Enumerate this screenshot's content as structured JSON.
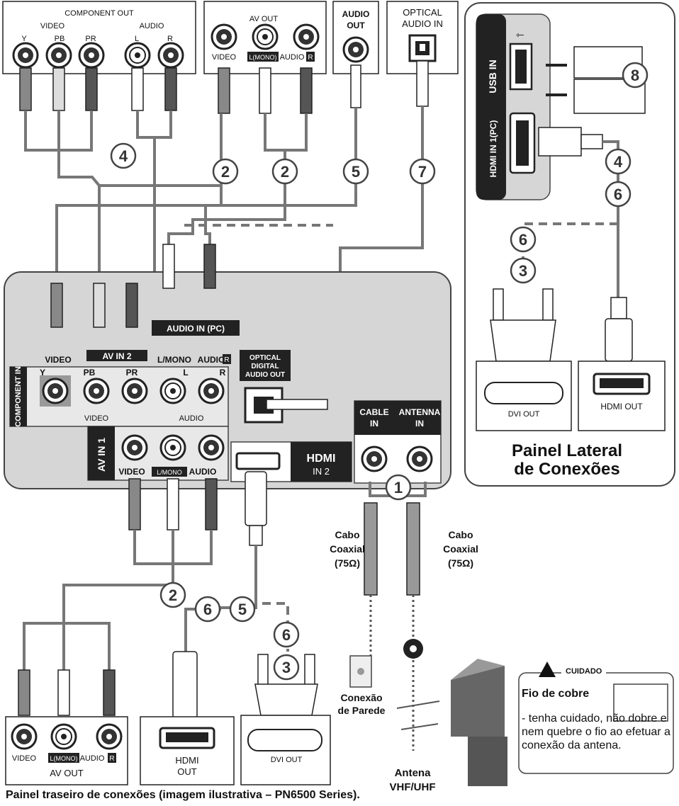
{
  "top_outputs": {
    "component_out": {
      "title": "COMPONENT OUT",
      "video": "VIDEO",
      "audio": "AUDIO",
      "y": "Y",
      "pb": "PB",
      "pr": "PR",
      "l": "L",
      "r": "R"
    },
    "av_out": {
      "title": "AV OUT",
      "video": "VIDEO",
      "l_mono": "L(MONO)",
      "audio": "AUDIO",
      "r": "R"
    },
    "audio_out": {
      "line1": "AUDIO",
      "line2": "OUT"
    },
    "optical_in": {
      "line1": "OPTICAL",
      "line2": "AUDIO IN"
    }
  },
  "tv_panel": {
    "audio_in_pc": "AUDIO IN (PC)",
    "av_in_2": "AV IN 2",
    "video": "VIDEO",
    "l_mono": "L/MONO",
    "audio": "AUDIO",
    "r": "R",
    "component_in": "COMPONENT IN",
    "y": "Y",
    "pb": "PB",
    "pr": "PR",
    "l": "L",
    "video_sub": "VIDEO",
    "audio_sub": "AUDIO",
    "av_in_1": "AV IN 1",
    "optical_line1": "OPTICAL",
    "optical_line2": "DIGITAL",
    "optical_line3": "AUDIO OUT",
    "cable_in_1": "CABLE",
    "cable_in_2": "IN",
    "antenna_in_1": "ANTENNA",
    "antenna_in_2": "IN",
    "hdmi_logo": "HDMI",
    "hdmi_in": "IN 2"
  },
  "side_panel": {
    "usb_in": "USB IN",
    "hdmi_in1": "HDMI IN 1(PC)",
    "dvi_out": "DVI OUT",
    "hdmi_out": "HDMI OUT",
    "title_line1": "Painel Lateral",
    "title_line2": "de Conexões"
  },
  "bottom": {
    "av_out": {
      "title": "AV OUT",
      "video": "VIDEO",
      "l_mono": "L(MONO)",
      "audio": "AUDIO",
      "r": "R"
    },
    "hdmi_out_1": "HDMI",
    "hdmi_out_2": "OUT",
    "dvi_out": "DVI OUT",
    "coax_left_1": "Cabo",
    "coax_left_2": "Coaxial",
    "coax_left_3": "(75Ω)",
    "coax_right_1": "Cabo",
    "coax_right_2": "Coaxial",
    "coax_right_3": "(75Ω)",
    "wall_1": "Conexão",
    "wall_2": "de Parede",
    "antenna_1": "Antena",
    "antenna_2": "VHF/UHF"
  },
  "numbers": {
    "n1": "1",
    "n2": "2",
    "n3": "3",
    "n4": "4",
    "n5": "5",
    "n6": "6",
    "n7": "7",
    "n8": "8"
  },
  "caution": {
    "title": "CUIDADO",
    "bold": "Fio de cobre",
    "text": "- tenha cuidado, não dobre e nem quebre o fio ao efetuar a conexão da antena."
  },
  "caption": "Painel traseiro de conexões (imagem ilustrativa – PN6500 Series)."
}
